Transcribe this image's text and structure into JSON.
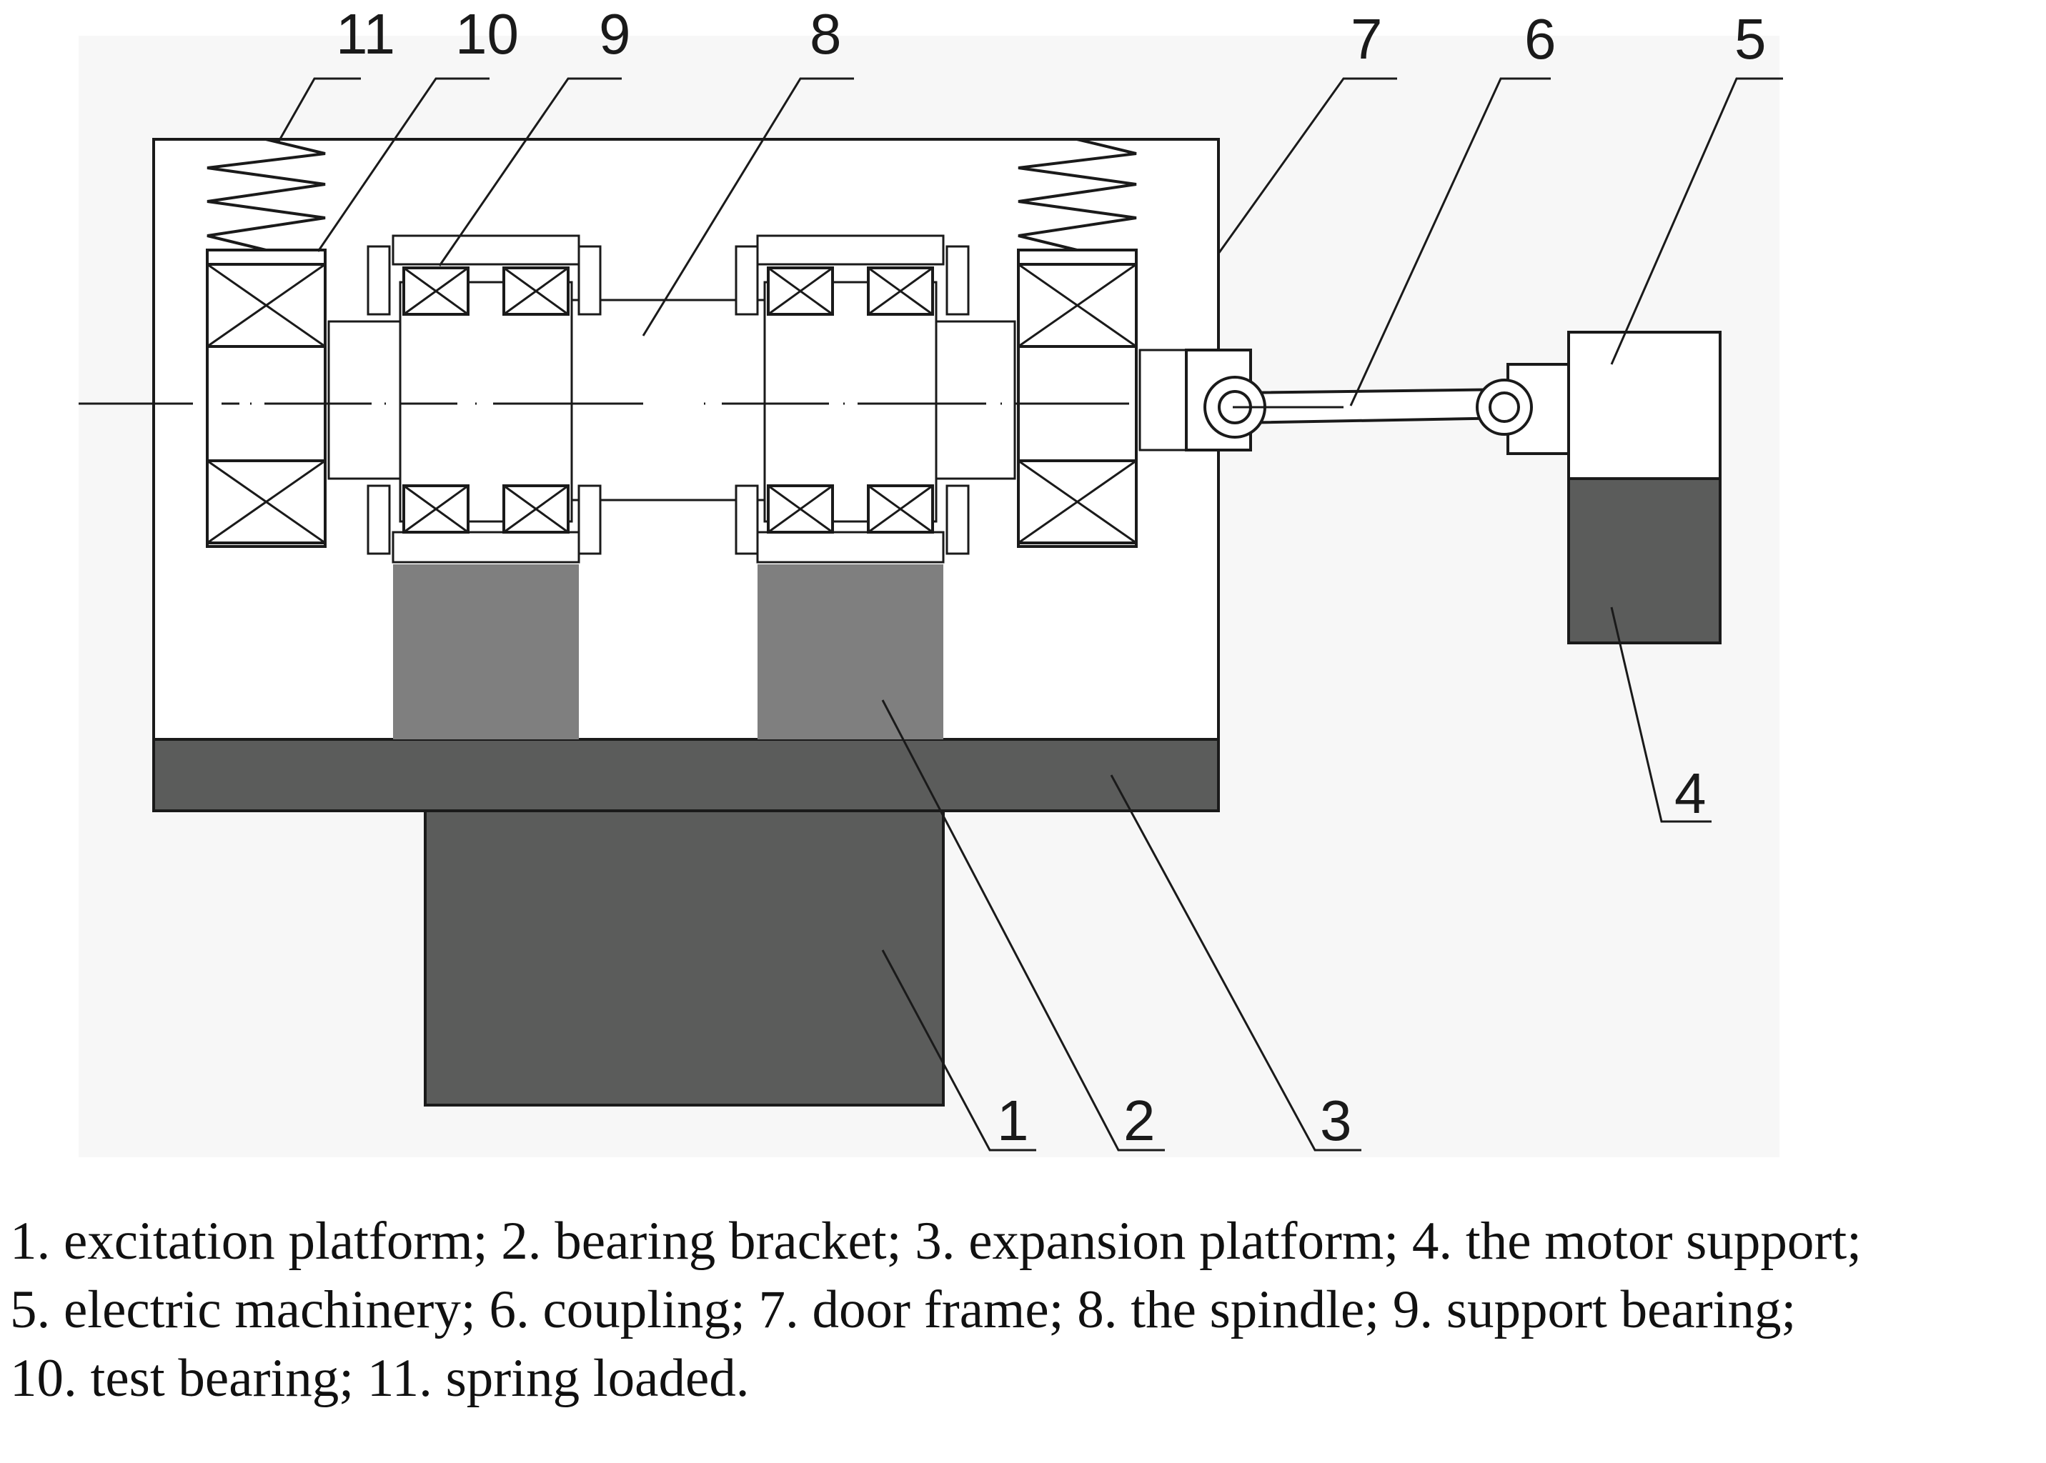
{
  "labels": [
    "1",
    "2",
    "3",
    "4",
    "5",
    "6",
    "7",
    "8",
    "9",
    "10",
    "11"
  ],
  "caption": {
    "line1": "1. excitation platform; 2. bearing bracket; 3. expansion platform; 4. the motor support;",
    "line2": "5. electric machinery; 6. coupling; 7. door frame; 8. the spindle; 9. support bearing;",
    "line3": "10. test bearing; 11. spring loaded."
  },
  "colors": {
    "line": "#1a1a1a",
    "dark_block": "#5b5c5b",
    "gray_block": "#7f7f7f",
    "background_panel": "#f7f7f7"
  }
}
